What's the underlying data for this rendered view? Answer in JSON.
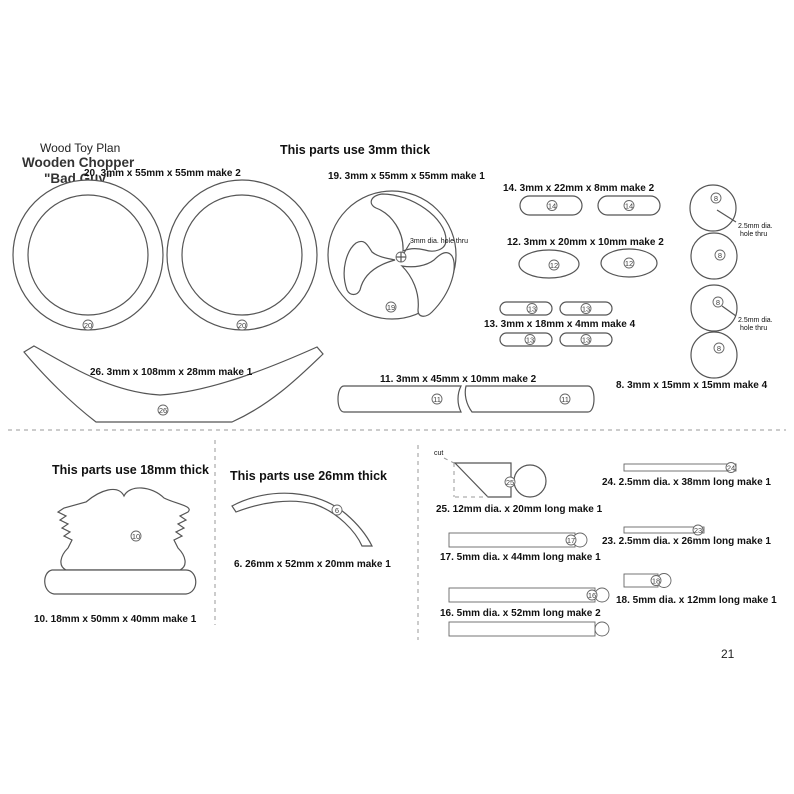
{
  "header": {
    "plan_label": "Wood Toy Plan",
    "title_line1": "Wooden Chopper",
    "title_line2": "\"Bad Guy\""
  },
  "sections": {
    "thick3": "This parts use 3mm thick",
    "thick18": "This parts use 18mm thick",
    "thick26": "This parts use 26mm thick"
  },
  "labels": {
    "p20": "20.   3mm x 55mm x 55mm make 2",
    "p19": "19.   3mm x 55mm x 55mm make 1",
    "p14": "14.   3mm x 22mm x 8mm make 2",
    "p12": "12.   3mm x 20mm x 10mm make 2",
    "p13": "13.   3mm x 18mm x 4mm make 4",
    "p26": "26.   3mm x 108mm x 28mm make 1",
    "p11": "11.   3mm x 45mm x 10mm make 2",
    "p8": "8.   3mm x 15mm x 15mm make 4",
    "p10": "10.   18mm x 50mm x 40mm make 1",
    "p6": "6.   26mm x 52mm x 20mm make 1",
    "p25": "25.   12mm dia. x 20mm long make 1",
    "p24": "24.   2.5mm dia. x 38mm long make 1",
    "p17": "17.   5mm dia. x 44mm long make 1",
    "p23": "23.   2.5mm dia. x 26mm long make 1",
    "p16": "16.   5mm dia. x 52mm long make 2",
    "p18": "18.   5mm dia. x 12mm long make 1"
  },
  "notes": {
    "hole3": "3mm dia. hole thru",
    "hole25_line1": "2.5mm dia.",
    "hole25_line2": "hole thru",
    "cut": "cut"
  },
  "part_numbers": {
    "n20": "20",
    "n19": "19",
    "n14": "14",
    "n12": "12",
    "n13": "13",
    "n26": "26",
    "n11": "11",
    "n8": "8",
    "n10": "10",
    "n6": "6",
    "n25": "25",
    "n24": "24",
    "n17": "17",
    "n23": "23",
    "n16": "16",
    "n18": "18"
  },
  "page_number": "21"
}
